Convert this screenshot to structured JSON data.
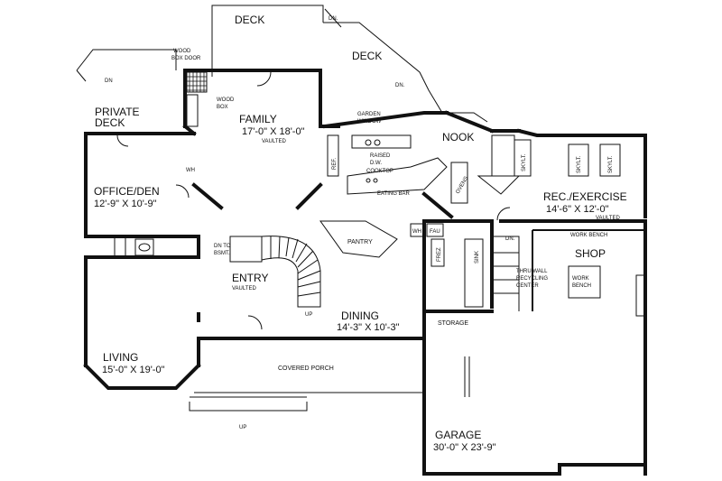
{
  "rooms": {
    "deck_top": "DECK",
    "deck_right": "DECK",
    "private_deck": "PRIVATE\nDECK",
    "family": "FAMILY",
    "family_dim": "17'-0\" X 18'-0\"",
    "family_note": "VAULTED",
    "nook": "NOOK",
    "office": "OFFICE/DEN",
    "office_dim": "12'-9\" X 10'-9\"",
    "rec": "REC./EXERCISE",
    "rec_dim": "14'-6\" X 12'-0\"",
    "rec_note": "VAULTED",
    "shop": "SHOP",
    "entry": "ENTRY",
    "entry_note": "VAULTED",
    "pantry": "PANTRY",
    "dining": "DINING",
    "dining_dim": "14'-3\" X 10'-3\"",
    "storage": "STORAGE",
    "living": "LIVING",
    "living_dim": "15'-0\" X 19'-0\"",
    "porch": "COVERED PORCH",
    "garage": "GARAGE",
    "garage_dim": "30'-0\" X 23'-9\""
  },
  "notes": {
    "dn_top": "DN.",
    "dn_deck": "DN.",
    "dn_private": "DN",
    "wood_box_door": "WOOD\nBOX DOOR",
    "wood_box": "WOOD\nBOX",
    "garden_window": "GARDEN\nWINDOW",
    "raised_dw": "RAISED\nD.W.",
    "cooktop": "COOKTOP",
    "eating_bar": "EATING BAR",
    "ref": "REF.",
    "ovens": "OVENS",
    "skylt1": "SKYLT.",
    "skylt2": "SKYLT.",
    "skylt3": "SKYLT.",
    "wh": "WH",
    "dn_bsmt": "DN TO\nBSMT.",
    "up_stair": "UP",
    "wh2": "WH",
    "fau": "FAU",
    "frez": "FREZ",
    "sink": "SINK",
    "dn_garage": "DN.",
    "work_bench_top": "WORK BENCH",
    "work_bench": "WORK\nBENCH",
    "recycling": "THRU WALL\nRECYCLING\nCENTER",
    "up_porch": "UP"
  }
}
